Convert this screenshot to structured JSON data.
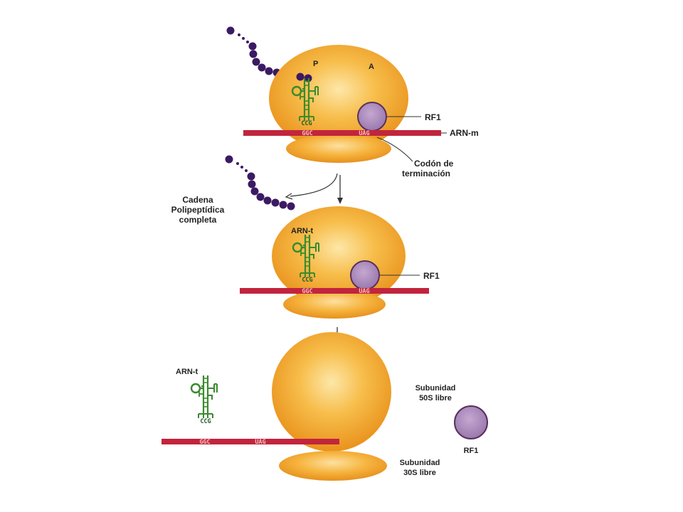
{
  "panel1": {
    "site_p": "P",
    "site_a": "A",
    "rf1": "RF1",
    "mrna": "ARN-m",
    "stop_codon": [
      "Codón de",
      "terminación"
    ],
    "anticodon": "CCG",
    "codon_p": "GGC",
    "codon_a": "UAG"
  },
  "released_chain": [
    "Cadena",
    "Polipeptídica",
    "completa"
  ],
  "panel2": {
    "trna": "ARN-t",
    "rf1": "RF1",
    "anticodon": "CCG",
    "codon_p": "GGC",
    "codon_a": "UAG"
  },
  "panel3": {
    "trna": "ARN-t",
    "anticodon": "CCG",
    "codon_p": "GGC",
    "codon_a": "UAG",
    "large_subunit": [
      "Subunidad",
      "50S libre"
    ],
    "small_subunit": [
      "Subunidad",
      "30S libre"
    ],
    "rf1": "RF1"
  },
  "colors": {
    "ribosome": "#f2a52a",
    "ribosome_highlight": "#fcd27a",
    "mrna": "#c2243d",
    "trna": "#3b8a2e",
    "rf1": "#a886b8",
    "amino_acid": "#3c1a63"
  }
}
